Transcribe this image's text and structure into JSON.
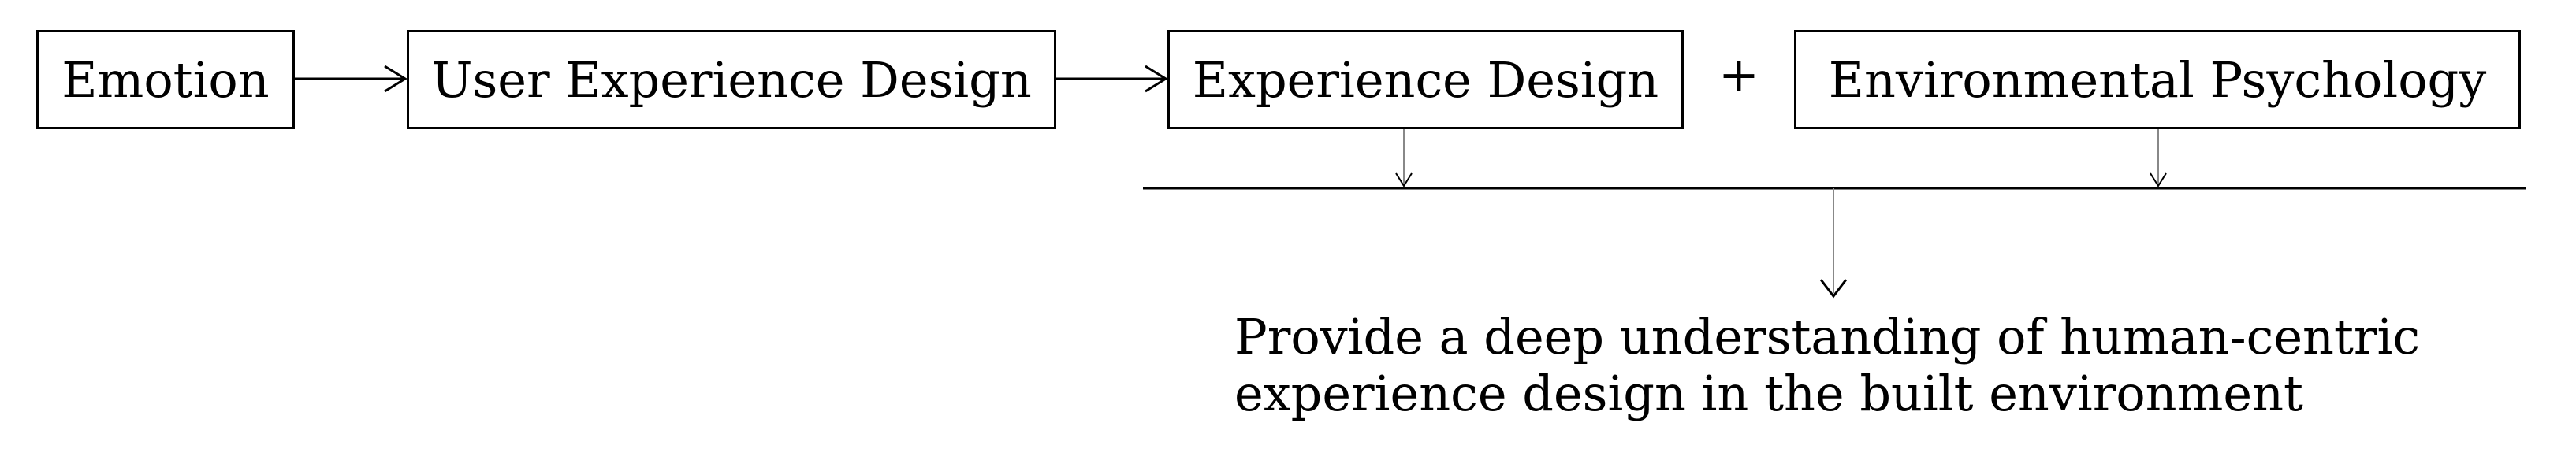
{
  "diagram": {
    "nodes": {
      "emotion": "Emotion",
      "user_experience_design": "User Experience Design",
      "experience_design": "Experience Design",
      "environmental_psychology": "Environmental Psychology"
    },
    "operator": "+",
    "conclusion": {
      "line1": "Provide a deep understanding of human-centric",
      "line2": "experience design in the built environment"
    },
    "edges": [
      {
        "from": "emotion",
        "to": "user_experience_design"
      },
      {
        "from": "user_experience_design",
        "to": "experience_design"
      },
      {
        "from": "experience_design",
        "to": "merge-bar"
      },
      {
        "from": "environmental_psychology",
        "to": "merge-bar"
      },
      {
        "from": "merge-bar",
        "to": "conclusion"
      }
    ]
  }
}
